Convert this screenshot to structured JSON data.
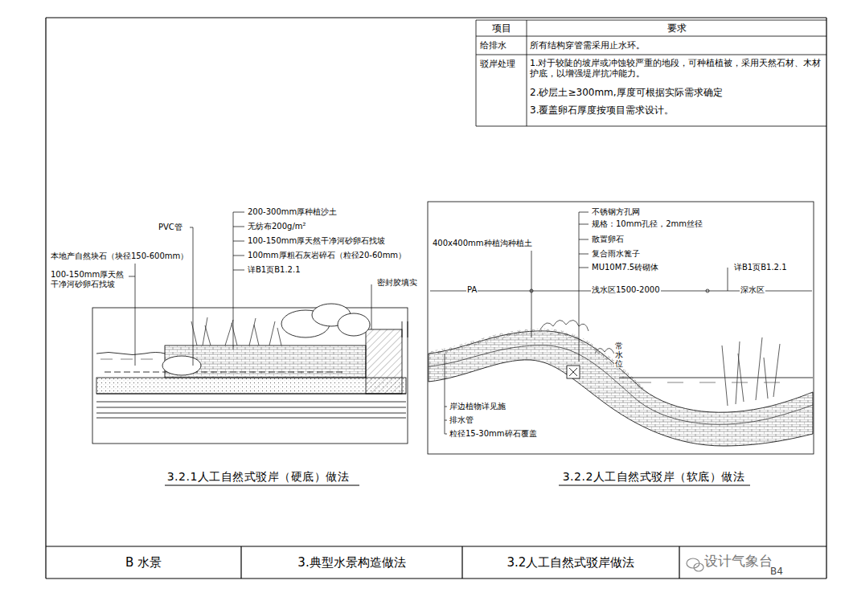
{
  "diagram": {
    "labels": [
      "项目",
      "要求",
      "给排水",
      "所有结构穿管需采用止水环。",
      "驳岸处理",
      "1.对于较陡的坡岸或冲蚀较严重的地段，可种植植被，采用天然石材、木材护底，以增强堤岸抗冲能力。",
      "2.砂层土≥300mm,厚度可根据实际需求确定",
      "3.覆盖卵石厚度按项目需求设计。",
      "PVC管",
      "200-300mm厚种植沙土",
      "无纺布200g/m²",
      "100-150mm厚天然干净河砂卵石找坡",
      "100mm厚粗石灰岩碎石（粒径20-60mm）",
      "详B1页B1.2.1",
      "本地产自然块石（块径150-600mm）",
      "100-150mm厚天然干净河砂卵石找坡",
      "密封胶填实",
      "不锈钢方孔网",
      "规格：10mm孔径，2mm丝径",
      "400x400mm种植沟种植土",
      "散置卵石",
      "复合雨水篦子",
      "MU10M7.5砖砌体",
      "详B1页B1.2.1",
      "PA",
      "浅水区1500-2000",
      "深水区",
      "常水位",
      "岸边植物详见施",
      "排水管",
      "粒径15-30mm碎石覆盖",
      "3.2.1人工自然式驳岸（硬底）做法",
      "3.2.2人工自然式驳岸（软底）做法",
      "B 水景",
      "3.典型水景构造做法",
      "3.2人工自然式驳岸做法",
      "设计气象台",
      "B4"
    ]
  }
}
